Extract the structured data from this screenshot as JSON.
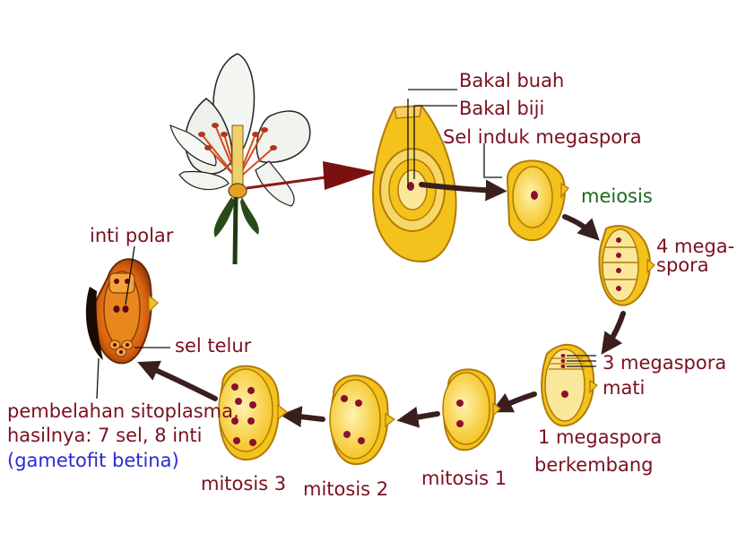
{
  "labels": {
    "bakal_buah": "Bakal buah",
    "bakal_biji": "Bakal biji",
    "sel_induk": "Sel induk megaspora",
    "meiosis": "meiosis",
    "empat_mega_1": "4 mega-",
    "empat_mega_2": "spora",
    "tiga_mati_1": "3 megaspora",
    "tiga_mati_2": "mati",
    "satu_berkembang_1": "1 megaspora",
    "satu_berkembang_2": "berkembang",
    "mitosis_1": "mitosis 1",
    "mitosis_2": "mitosis 2",
    "mitosis_3": "mitosis 3",
    "inti_polar": "inti polar",
    "sel_telur": "sel telur",
    "pembelahan_1": "pembelahan sitoplasma,",
    "pembelahan_2": "hasilnya: 7 sel, 8 inti",
    "gametofit": "(gametofit betina)"
  },
  "colors": {
    "label_text": "#7a1020",
    "meiosis_text": "#1a6b1a",
    "gametofit_text": "#2a2ad8",
    "cell_yellow": "#f6c51c",
    "cell_orange": "#e39a12",
    "cell_inner": "#fbe79a",
    "nucleus": "#8a1030",
    "arrow": "#3a1f1f"
  }
}
